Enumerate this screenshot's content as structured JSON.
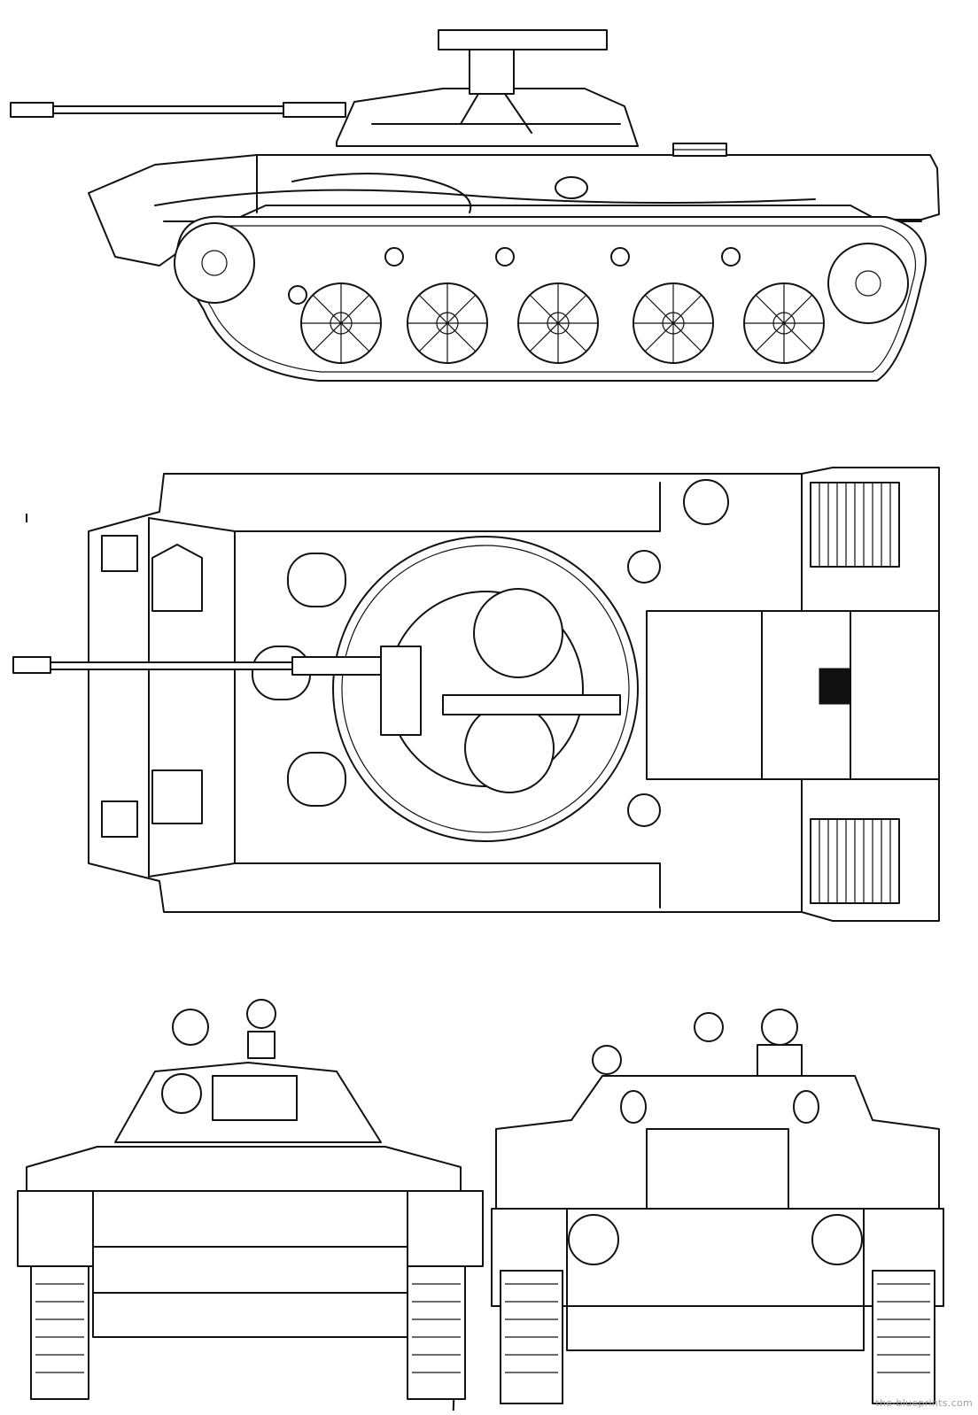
{
  "watermark": "the-blueprints.com",
  "views": {
    "side": "side-view",
    "top": "top-view",
    "front": "front-view",
    "rear": "rear-view"
  }
}
